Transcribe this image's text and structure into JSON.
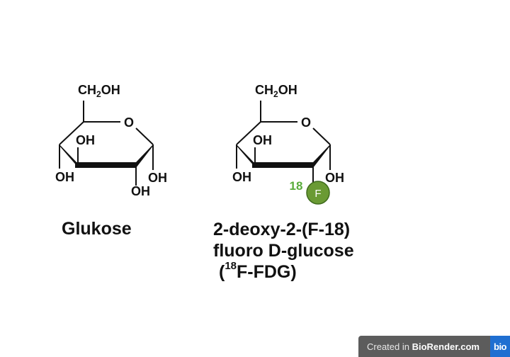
{
  "molecules": [
    {
      "substituent_top": "CH2OH",
      "ring_oxygen": "O",
      "oh_c3_inner": "OH",
      "oh_c4_left": "OH",
      "oh_c1_right": "OH",
      "oh_c3_down": "OH",
      "caption": "Glukose"
    },
    {
      "substituent_top": "CH2OH",
      "ring_oxygen": "O",
      "oh_c3_inner": "OH",
      "oh_c4_left": "OH",
      "oh_c1_right": "OH",
      "fluorine": "F",
      "isotope": "18",
      "caption_line1": "2-deoxy-2-(F-18)",
      "caption_line2": "fluoro D-glucose",
      "caption_line3_open": "(",
      "caption_line3_sup": "18",
      "caption_line3_rest": "F-FDG)"
    }
  ],
  "colors": {
    "fluorine_fill": "#6a9a34",
    "isotope_label": "#5aac3c",
    "bond": "#111111"
  },
  "watermark": {
    "prefix": "Created in ",
    "brand": "BioRender.com",
    "logo": "bio"
  }
}
